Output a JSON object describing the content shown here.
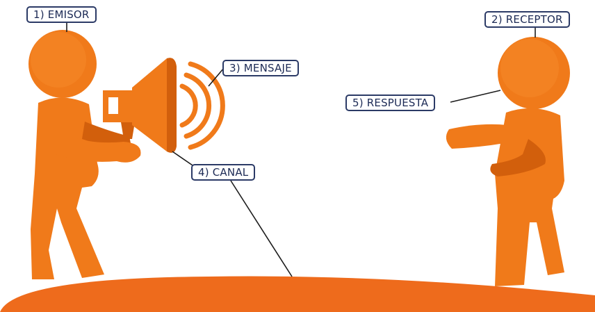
{
  "labels": {
    "emisor": "1) EMISOR",
    "receptor": "2) RECEPTOR",
    "mensaje": "3) MENSAJE",
    "canal": "4) CANAL",
    "respuesta": "5) RESPUESTA"
  },
  "colors": {
    "figure": "#f07a1a",
    "figure_shadow": "#d25f0c",
    "ground": "#ee6b1c",
    "label_border": "#2b3a66",
    "label_text": "#1c2a55"
  }
}
